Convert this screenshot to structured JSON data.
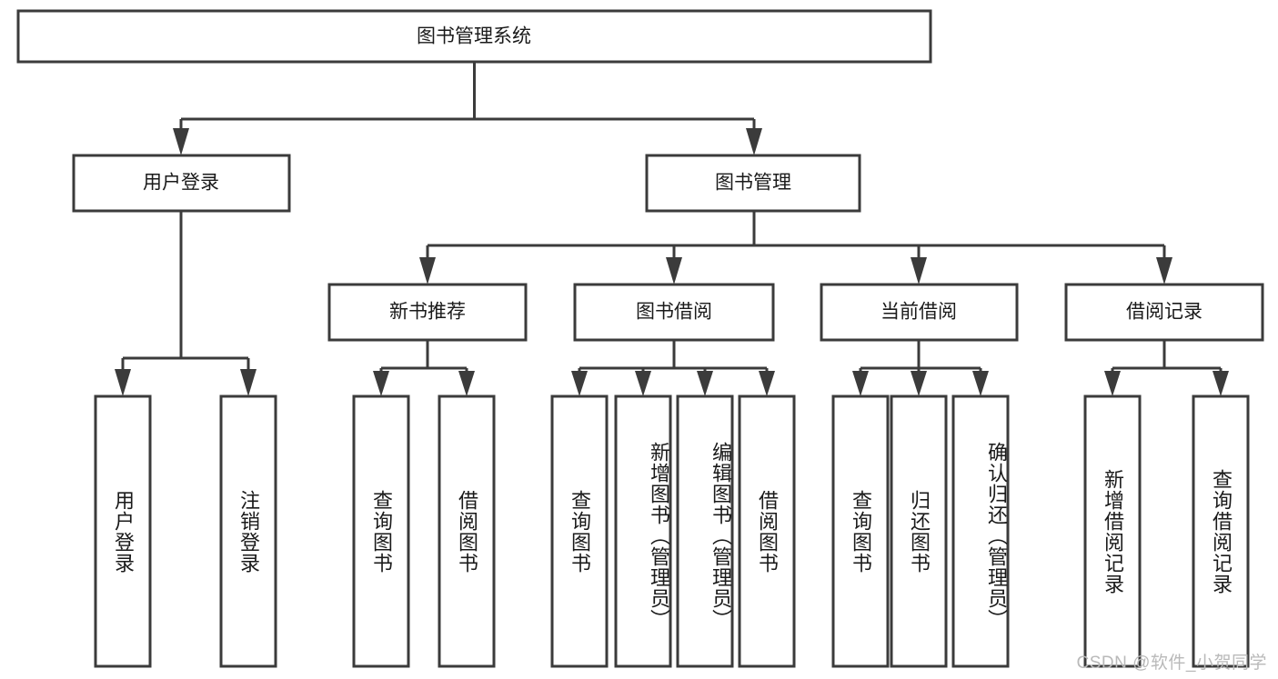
{
  "diagram": {
    "title": "图书管理系统",
    "type": "tree-hierarchy-diagram",
    "orientation": "top-down",
    "colors": {
      "box_stroke": "#3b3b3b",
      "box_fill": "#ffffff",
      "connector": "#3b3b3b",
      "text": "#1a1a1a",
      "watermark": "#b9b9b9",
      "background": "#ffffff"
    },
    "root": {
      "label": "图书管理系统"
    },
    "level2": [
      {
        "label": "用户登录"
      },
      {
        "label": "图书管理"
      }
    ],
    "level3": [
      {
        "label": "新书推荐"
      },
      {
        "label": "图书借阅"
      },
      {
        "label": "当前借阅"
      },
      {
        "label": "借阅记录"
      }
    ],
    "leaves": {
      "user_login": [
        {
          "label": "用户登录"
        },
        {
          "label": "注销登录"
        }
      ],
      "new_book_recommend": [
        {
          "label": "查询图书"
        },
        {
          "label": "借阅图书"
        }
      ],
      "book_borrow": [
        {
          "label": "查询图书"
        },
        {
          "label": "新增图书（管理员）"
        },
        {
          "label": "编辑图书（管理员）"
        },
        {
          "label": "借阅图书"
        }
      ],
      "current_borrow": [
        {
          "label": "查询图书"
        },
        {
          "label": "归还图书"
        },
        {
          "label": "确认归还（管理员）"
        }
      ],
      "borrow_record": [
        {
          "label": "新增借阅记录"
        },
        {
          "label": "查询借阅记录"
        }
      ]
    }
  },
  "watermark": {
    "text": "CSDN @软件_小贺同学"
  }
}
